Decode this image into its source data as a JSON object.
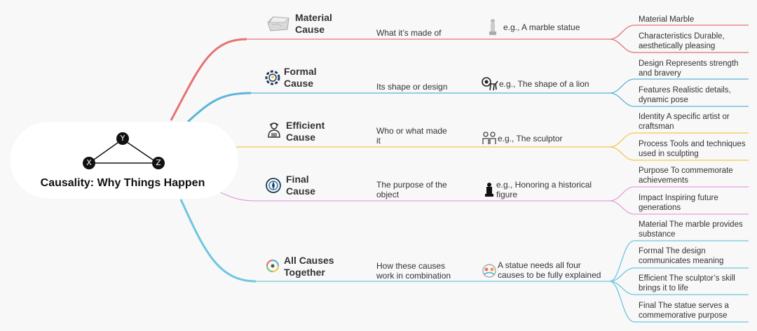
{
  "root": {
    "title": "Causality: Why Things Happen",
    "nodes": [
      "Y",
      "X",
      "Z"
    ]
  },
  "causes": [
    {
      "title_line1": "Material",
      "title_line2": "Cause",
      "icon": "marble-block-icon",
      "color": "#e57373",
      "description": "What it’s made of",
      "example_icon": "statue-icon",
      "example": "e.g., A marble statue",
      "details": [
        "Material Marble",
        "Characteristics Durable, aesthetically pleasing"
      ]
    },
    {
      "title_line1": "Formal",
      "title_line2": "Cause",
      "icon": "gear-bulb-icon",
      "color": "#5bb5d8",
      "description": "Its shape or design",
      "example_icon": "lion-icon",
      "example": "e.g., The shape of a lion",
      "details": [
        "Design Represents strength and bravery",
        "Features Realistic details, dynamic pose"
      ]
    },
    {
      "title_line1": "Efficient",
      "title_line2": "Cause",
      "icon": "sculptor-icon",
      "color": "#f2c94c",
      "description": "Who or what made it",
      "example_icon": "people-icon",
      "example": "e.g., The sculptor",
      "details": [
        "Identity A specific artist or craftsman",
        "Process Tools and techniques used in sculpting"
      ]
    },
    {
      "title_line1": "Final",
      "title_line2": "Cause",
      "icon": "target-icon",
      "color": "#e5a0e0",
      "description": "The purpose of the object",
      "example_icon": "monument-icon",
      "example": "e.g., Honoring a historical figure",
      "details": [
        "Purpose To commemorate achievements",
        "Impact Inspiring future generations"
      ]
    },
    {
      "title_line1": "All Causes",
      "title_line2": "Together",
      "icon": "cycle-arrows-icon",
      "color": "#6ec6e0",
      "description": "How these causes work in combination",
      "example_icon": "collaboration-icon",
      "example": "A statue needs all four causes to be fully explained",
      "details": [
        "Material The marble provides substance",
        "Formal The design communicates meaning",
        "Efficient The sculptor’s skill brings it to life",
        "Final The statue serves a commemorative purpose"
      ]
    }
  ]
}
